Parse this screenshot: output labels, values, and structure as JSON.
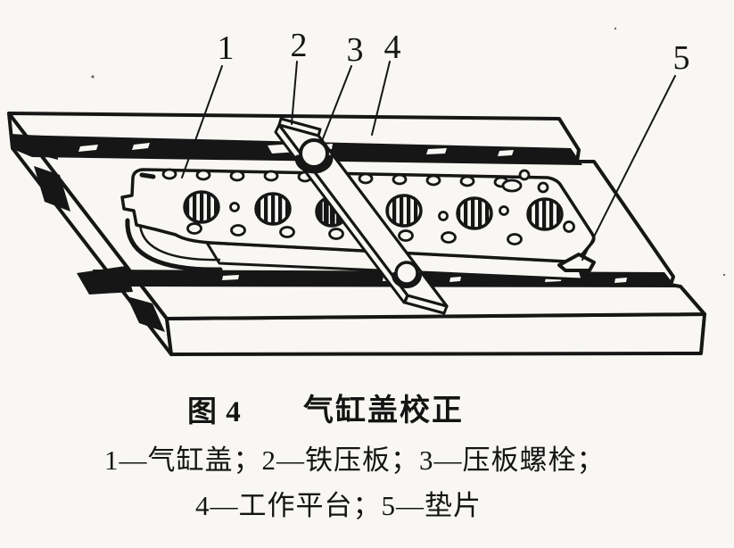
{
  "page": {
    "paper_color": "#f8f7f3",
    "ink_color": "#161616"
  },
  "figure": {
    "number": "图 4",
    "title": "气缸盖校正",
    "legend_row1": "1—气缸盖；2—铁压板；3—压板螺栓；",
    "legend_row2": "4—工作平台；5—垫片"
  },
  "callouts": [
    {
      "label": "1",
      "part": "气缸盖"
    },
    {
      "label": "2",
      "part": "铁压板"
    },
    {
      "label": "3",
      "part": "压板螺栓"
    },
    {
      "label": "4",
      "part": "工作平台"
    },
    {
      "label": "5",
      "part": "垫片"
    }
  ]
}
